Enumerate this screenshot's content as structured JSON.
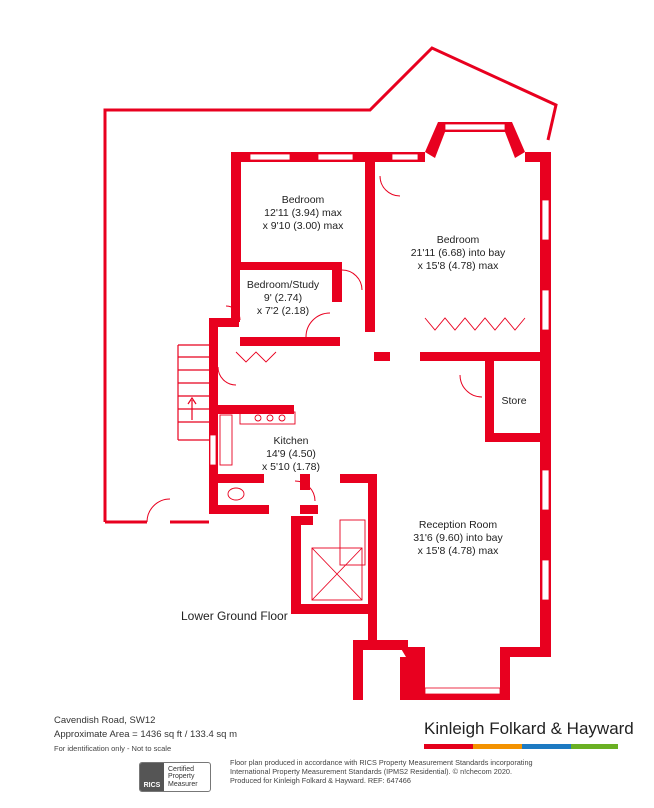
{
  "floor_label": "Lower Ground Floor",
  "rooms": [
    {
      "name": "Bedroom",
      "line1": "12'11 (3.94) max",
      "line2": "x 9'10 (3.00) max"
    },
    {
      "name": "Bedroom",
      "line1": "21'11 (6.68) into bay",
      "line2": "x 15'8 (4.78) max"
    },
    {
      "name": "Bedroom/Study",
      "line1": "9' (2.74)",
      "line2": "x 7'2 (2.18)"
    },
    {
      "name": "Store"
    },
    {
      "name": "Kitchen",
      "line1": "14'9 (4.50)",
      "line2": "x 5'10 (1.78)"
    },
    {
      "name": "Reception Room",
      "line1": "31'6 (9.60) into bay",
      "line2": "x 15'8 (4.78) max"
    }
  ],
  "footer": {
    "address": "Cavendish Road, SW12",
    "area": "Approximate Area = 1436 sq ft / 133.4 sq m",
    "note": "For identification only - Not to scale",
    "brand": "Kinleigh Folkard & Hayward",
    "brand_colors": [
      "#e4001b",
      "#f39200",
      "#1d7ac2",
      "#6ab023"
    ],
    "disclaimer_1": "Floor plan produced in accordance with RICS Property Measurement Standards incorporating",
    "disclaimer_2": "International Property Measurement Standards (IPMS2 Residential).  © n!checom 2020.",
    "disclaimer_3": "Produced for Kinleigh Folkard & Hayward.   REF: 647466",
    "badge_logo": "RICS",
    "badge_text_1": "Certified",
    "badge_text_2": "Property",
    "badge_text_3": "Measurer"
  },
  "colors": {
    "wall": "#e8001f",
    "background": "#ffffff"
  }
}
